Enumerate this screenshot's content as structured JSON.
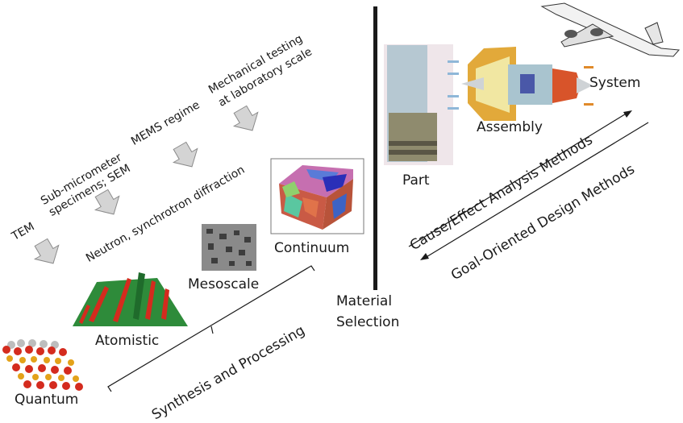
{
  "techniques": {
    "tem": "TEM",
    "sub_micrometer_line1": "Sub-micrometer",
    "sub_micrometer_line2": "specimens; SEM",
    "mems": "MEMS regime",
    "neutron": "Neutron, synchrotron diffraction",
    "mechanical_line1": "Mechanical testing",
    "mechanical_line2": "at laboratory scale"
  },
  "scales": {
    "quantum": "Quantum",
    "atomistic": "Atomistic",
    "mesoscale": "Mesoscale",
    "continuum": "Continuum"
  },
  "synthesis": "Synthesis and Processing",
  "material_selection_line1": "Material",
  "material_selection_line2": "Selection",
  "hierarchy": {
    "part": "Part",
    "assembly": "Assembly",
    "system": "System"
  },
  "methods": {
    "cause_effect": "Cause/Effect Analysis Methods",
    "goal_oriented": "Goal-Oriented Design Methods"
  },
  "colors": {
    "arrow_fill": "#d4d4d4",
    "divider": "#1a1a1a",
    "atom_red": "#d42b1e",
    "atom_gold": "#e3a21a",
    "atomistic_green": "#2e8b3a",
    "turbine_blade": "#b6c8d2"
  }
}
